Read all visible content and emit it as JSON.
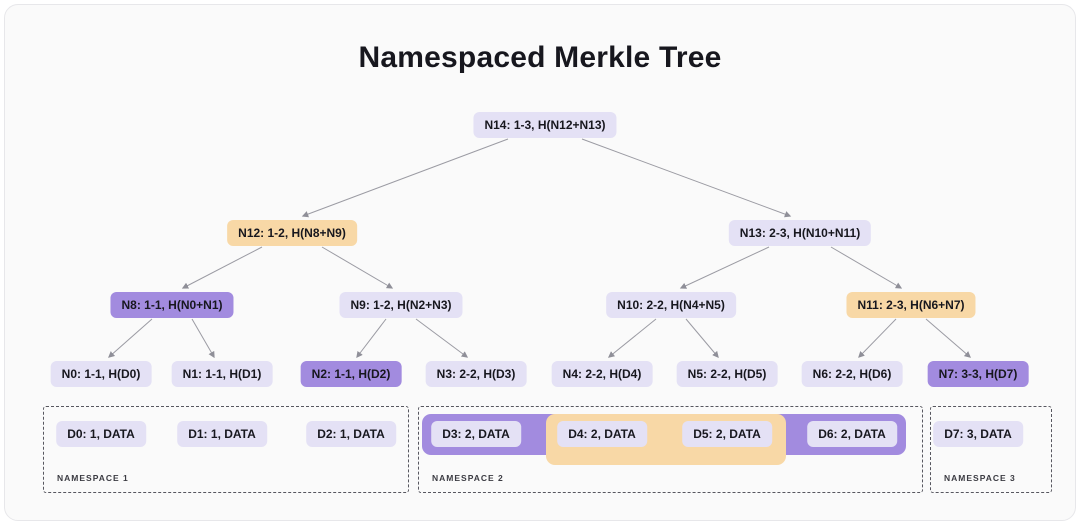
{
  "title": "Namespaced Merkle Tree",
  "colors": {
    "canvas_bg": "#fafafa",
    "node_lavender": "#e4e1f5",
    "node_purple": "#a28bdf",
    "node_orange": "#f8d8a6",
    "edge": "#9b9ba3",
    "text": "#17171e"
  },
  "nodes": {
    "n14": {
      "label": "N14: 1-3, H(N12+N13)",
      "variant": "lavender"
    },
    "n12": {
      "label": "N12: 1-2, H(N8+N9)",
      "variant": "orange"
    },
    "n13": {
      "label": "N13: 2-3, H(N10+N11)",
      "variant": "lavender"
    },
    "n8": {
      "label": "N8: 1-1, H(N0+N1)",
      "variant": "purple"
    },
    "n9": {
      "label": "N9: 1-2, H(N2+N3)",
      "variant": "lavender"
    },
    "n10": {
      "label": "N10: 2-2, H(N4+N5)",
      "variant": "lavender"
    },
    "n11": {
      "label": "N11: 2-3, H(N6+N7)",
      "variant": "orange"
    },
    "n0": {
      "label": "N0: 1-1, H(D0)",
      "variant": "lavender"
    },
    "n1": {
      "label": "N1: 1-1, H(D1)",
      "variant": "lavender"
    },
    "n2": {
      "label": "N2: 1-1, H(D2)",
      "variant": "purple"
    },
    "n3": {
      "label": "N3: 2-2, H(D3)",
      "variant": "lavender"
    },
    "n4": {
      "label": "N4: 2-2, H(D4)",
      "variant": "lavender"
    },
    "n5": {
      "label": "N5: 2-2, H(D5)",
      "variant": "lavender"
    },
    "n6": {
      "label": "N6: 2-2, H(D6)",
      "variant": "lavender"
    },
    "n7": {
      "label": "N7: 3-3, H(D7)",
      "variant": "purple"
    },
    "d0": {
      "label": "D0: 1, DATA",
      "variant": "lavender"
    },
    "d1": {
      "label": "D1: 1, DATA",
      "variant": "lavender"
    },
    "d2": {
      "label": "D2: 1, DATA",
      "variant": "lavender"
    },
    "d3": {
      "label": "D3: 2, DATA",
      "variant": "lavender"
    },
    "d4": {
      "label": "D4: 2, DATA",
      "variant": "lavender"
    },
    "d5": {
      "label": "D5: 2, DATA",
      "variant": "lavender"
    },
    "d6": {
      "label": "D6: 2, DATA",
      "variant": "lavender"
    },
    "d7": {
      "label": "D7: 3, DATA",
      "variant": "lavender"
    }
  },
  "namespaces": {
    "ns1": {
      "label": "NAMESPACE 1"
    },
    "ns2": {
      "label": "NAMESPACE 2"
    },
    "ns3": {
      "label": "NAMESPACE 3"
    }
  }
}
